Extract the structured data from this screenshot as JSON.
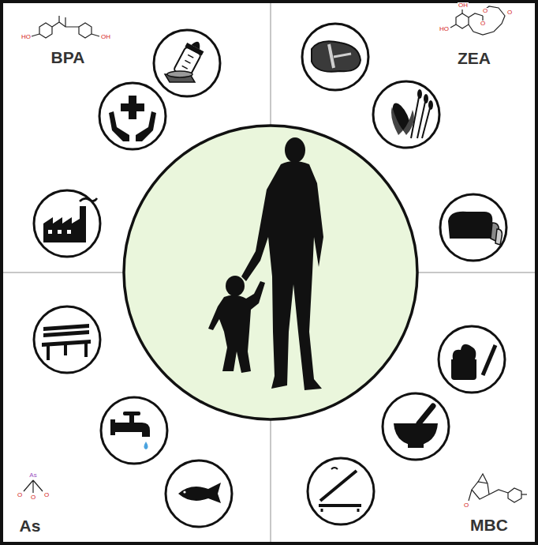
{
  "diagram": {
    "labels": [
      "BPA",
      "ZEA",
      "As",
      "MBC",
      "HO",
      "OH",
      "OH",
      "O",
      "O",
      "HO",
      "O",
      "As",
      "O",
      "O",
      "O",
      "O"
    ]
  }
}
